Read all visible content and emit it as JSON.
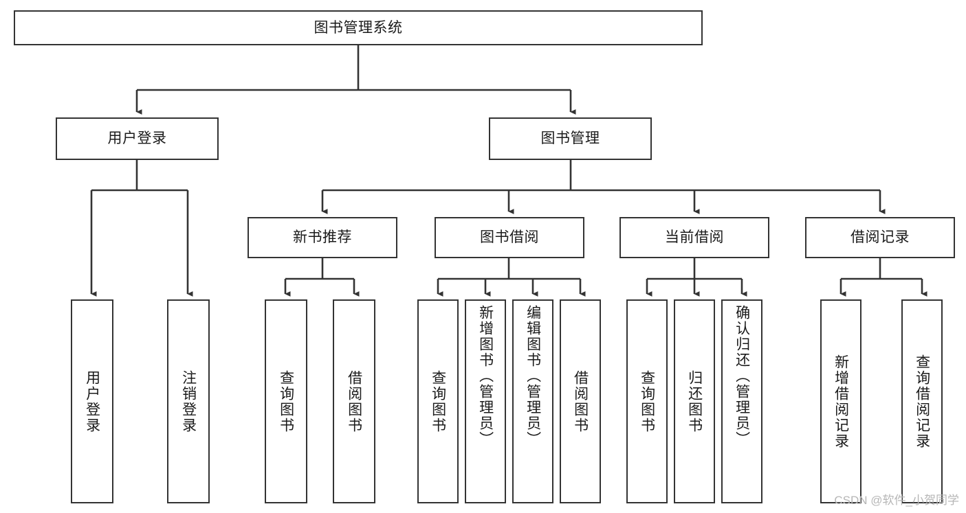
{
  "diagram": {
    "title": "图书管理系统",
    "type": "tree-hierarchy-chart",
    "watermark": "CSDN @软件_小贺同学",
    "stroke_color": "#333333",
    "background_color": "#ffffff",
    "root": {
      "label": "图书管理系统"
    },
    "level2": [
      {
        "label": "用户登录"
      },
      {
        "label": "图书管理"
      }
    ],
    "level3": [
      {
        "label": "新书推荐"
      },
      {
        "label": "图书借阅"
      },
      {
        "label": "当前借阅"
      },
      {
        "label": "借阅记录"
      }
    ],
    "leaves": {
      "user_login": [
        {
          "label": "用户登录"
        },
        {
          "label": "注销登录"
        }
      ],
      "new_book_recommend": [
        {
          "label": "查询图书"
        },
        {
          "label": "借阅图书"
        }
      ],
      "book_borrow": [
        {
          "label": "查询图书"
        },
        {
          "label": "新增图书（管理员）"
        },
        {
          "label": "编辑图书（管理员）"
        },
        {
          "label": "借阅图书"
        }
      ],
      "current_borrow": [
        {
          "label": "查询图书"
        },
        {
          "label": "归还图书"
        },
        {
          "label": "确认归还（管理员）"
        }
      ],
      "borrow_record": [
        {
          "label": "新增借阅记录"
        },
        {
          "label": "查询借阅记录"
        }
      ]
    }
  }
}
